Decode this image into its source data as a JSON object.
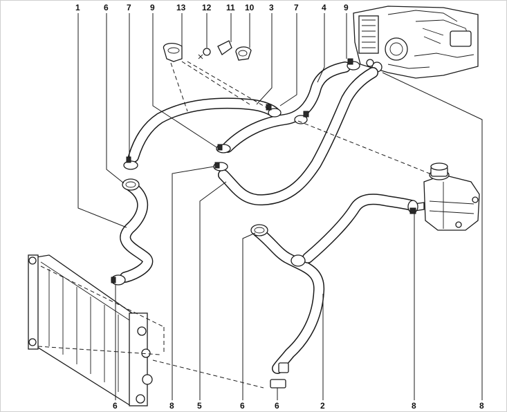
{
  "diagram": {
    "callouts": [
      {
        "id": "c1",
        "label": "1"
      },
      {
        "id": "c6a",
        "label": "6"
      },
      {
        "id": "c7a",
        "label": "7"
      },
      {
        "id": "c9a",
        "label": "9"
      },
      {
        "id": "c13",
        "label": "13"
      },
      {
        "id": "c12",
        "label": "12"
      },
      {
        "id": "c11",
        "label": "11"
      },
      {
        "id": "c10",
        "label": "10"
      },
      {
        "id": "c3",
        "label": "3"
      },
      {
        "id": "c7b",
        "label": "7"
      },
      {
        "id": "c4",
        "label": "4"
      },
      {
        "id": "c9b",
        "label": "9"
      },
      {
        "id": "c6b",
        "label": "6"
      },
      {
        "id": "c8a",
        "label": "8"
      },
      {
        "id": "c5",
        "label": "5"
      },
      {
        "id": "c6c",
        "label": "6"
      },
      {
        "id": "c6d",
        "label": "6"
      },
      {
        "id": "c2",
        "label": "2"
      },
      {
        "id": "c8b",
        "label": "8"
      },
      {
        "id": "c8c",
        "label": "8"
      }
    ],
    "colors": {
      "line": "#1a1a1a",
      "background": "#ffffff",
      "border": "#cfcfcf"
    },
    "components": [
      "radiator",
      "engine-block",
      "expansion-tank",
      "upper-radiator-hose",
      "lower-radiator-hose",
      "heater-hoses",
      "hose-clamps"
    ]
  }
}
